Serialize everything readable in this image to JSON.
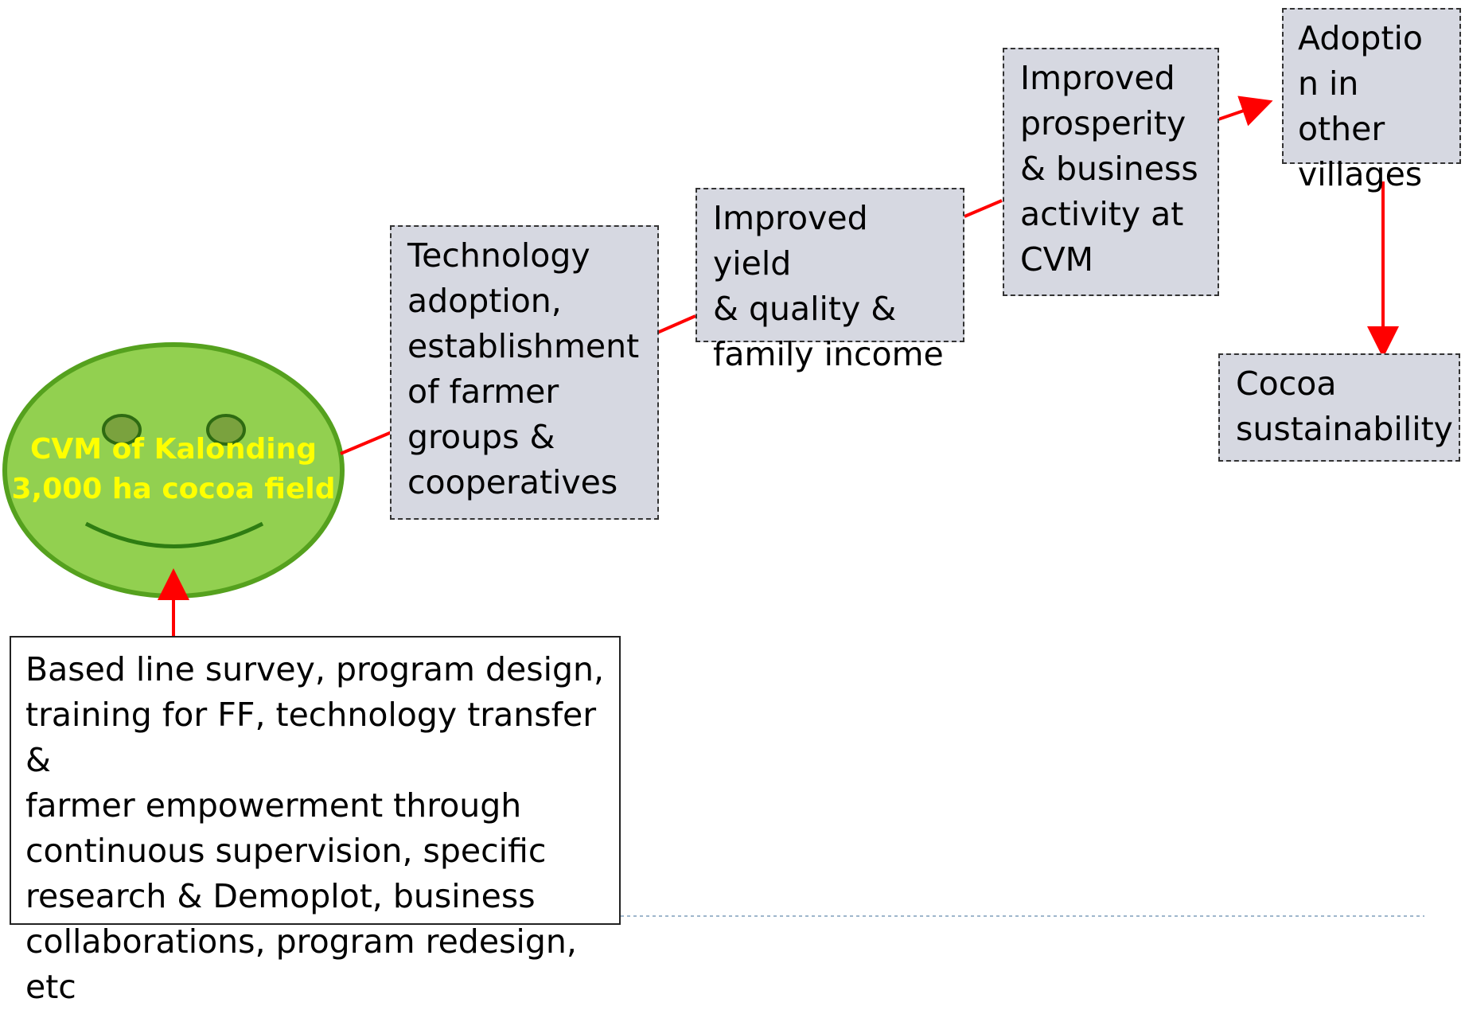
{
  "smiley": {
    "label": "CVM of Kalonding\n3,000 ha cocoa field"
  },
  "boxes": {
    "tech": "Technology\nadoption,\nestablishment\nof farmer\ngroups &\ncooperatives",
    "yield": "Improved yield\n& quality &\nfamily income",
    "prosperity": "Improved\nprosperity\n& business\nactivity at\nCVM",
    "adoption": "Adoptio\nn in\nother\nvillages",
    "sustain": "Cocoa\nsustainability"
  },
  "input_box": "Based line survey, program design,\ntraining for FF, technology transfer &\nfarmer empowerment through\ncontinuous supervision, specific\nresearch & Demoplot, business\ncollaborations, program redesign, etc",
  "colors": {
    "face_fill": "#92d050",
    "face_stroke": "#55a11e",
    "label": "#ffff00",
    "arrow": "#ff0000",
    "box_fill": "#d6d8e1"
  }
}
